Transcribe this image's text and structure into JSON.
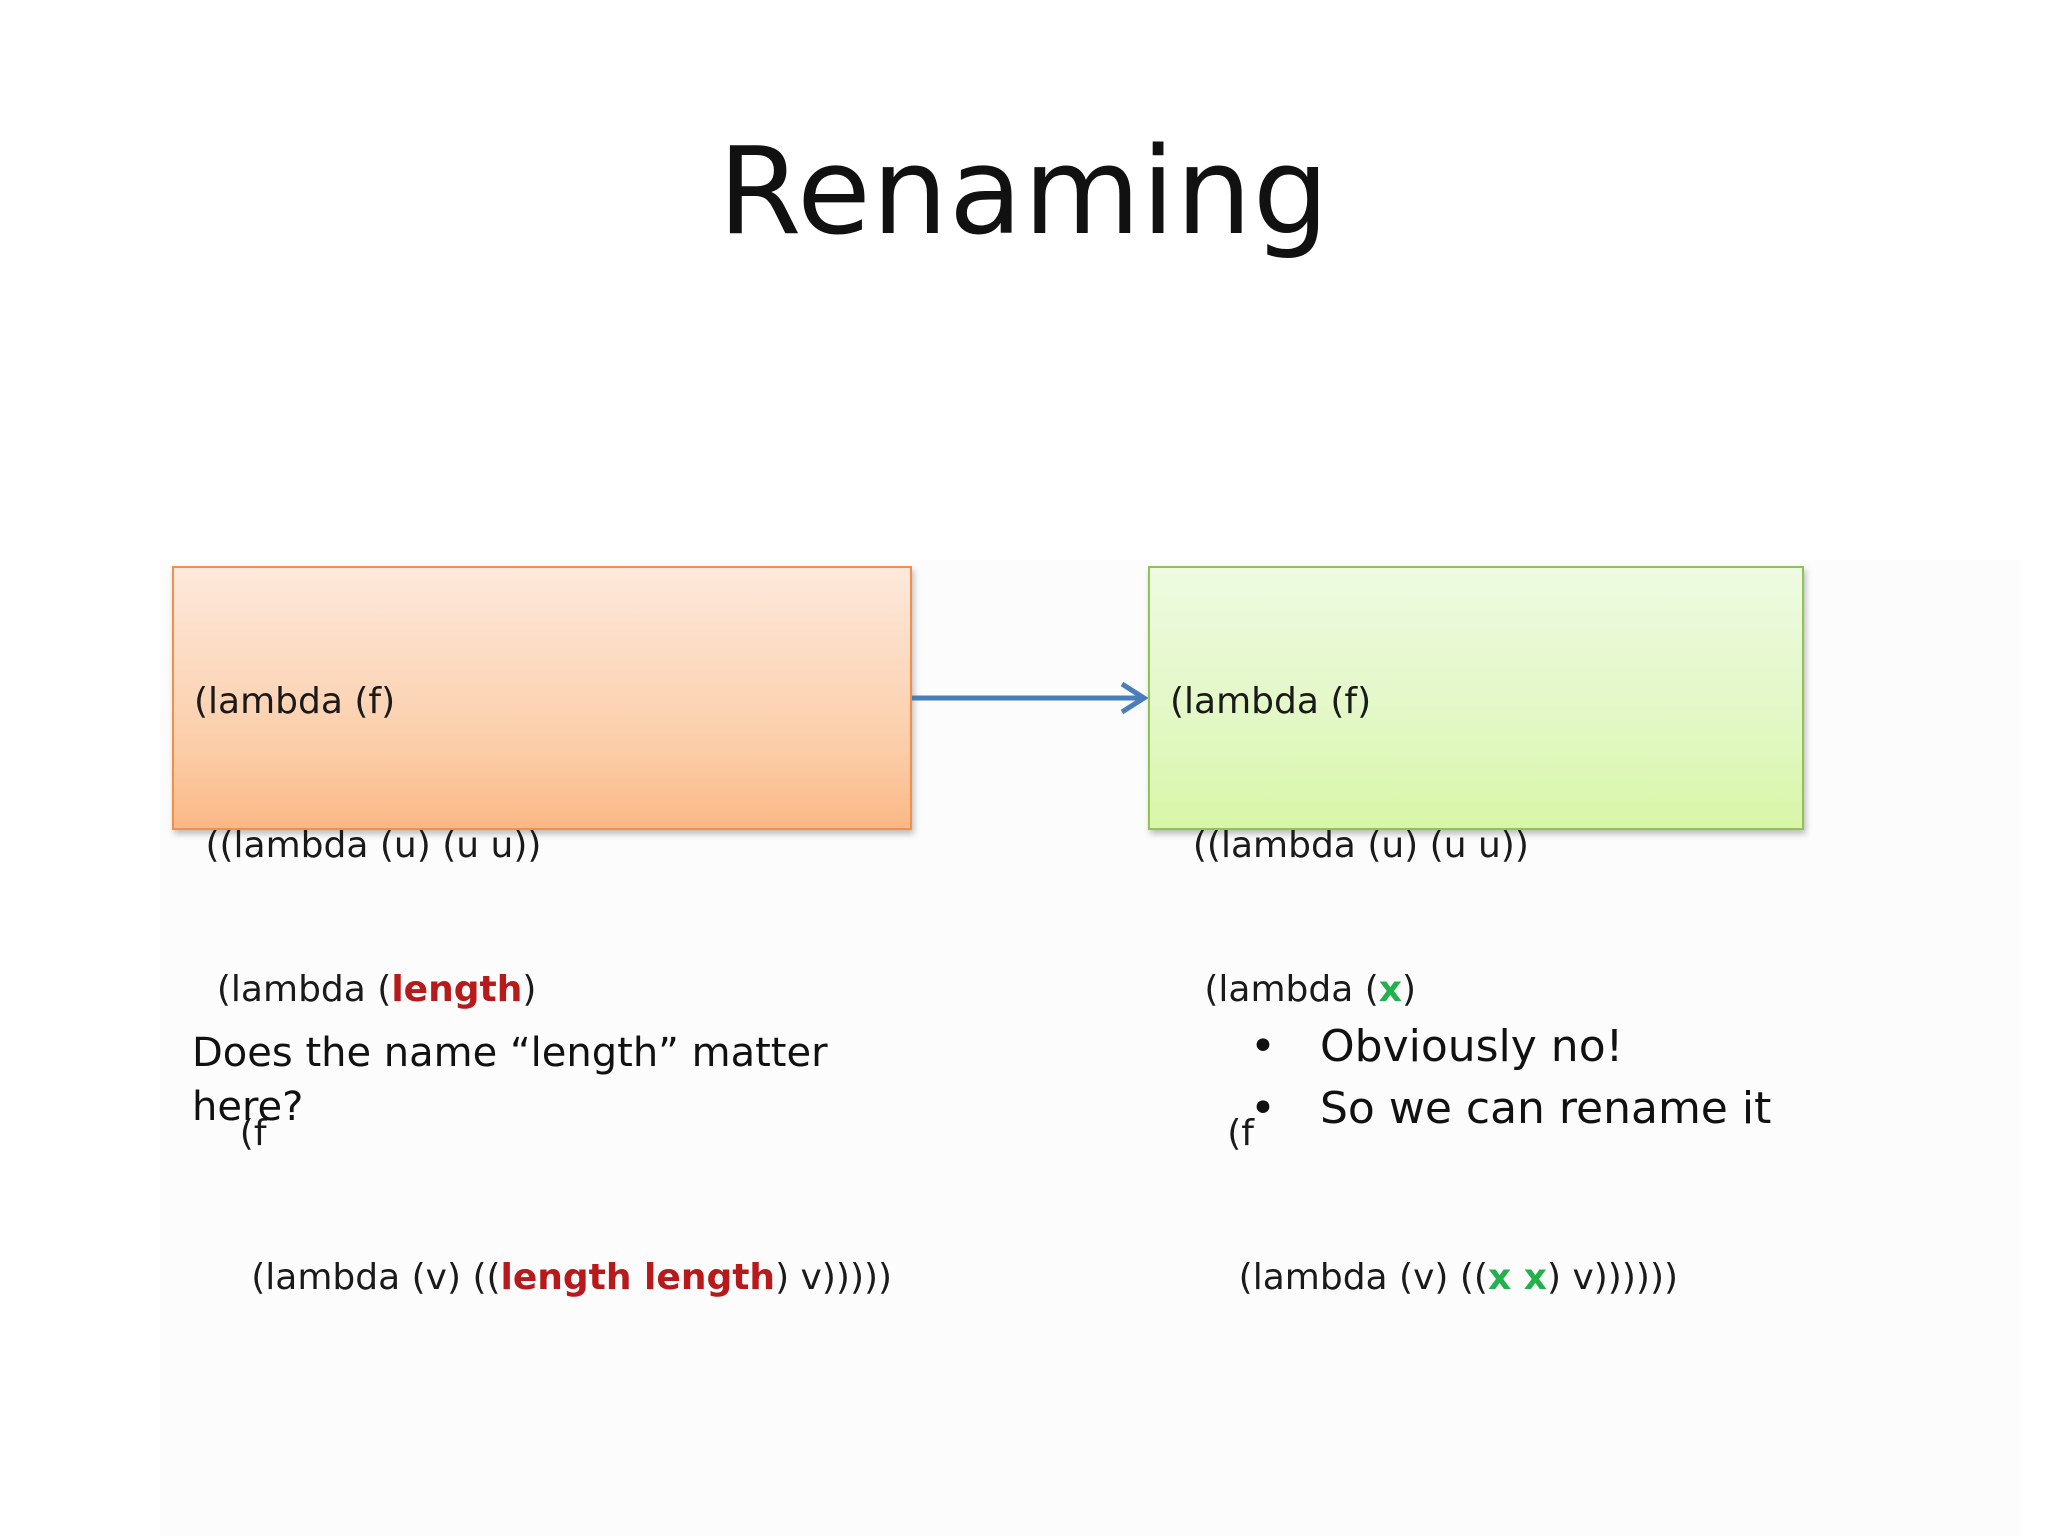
{
  "slide": {
    "title": "Renaming"
  },
  "left_box": {
    "lines": [
      {
        "pre": "(lambda (f)",
        "hl": "",
        "post": ""
      },
      {
        "pre": " ((lambda (u) (u u))",
        "hl": "",
        "post": ""
      },
      {
        "pre": "  (lambda (",
        "hl": "length",
        "post": ")"
      },
      {
        "pre": "    (f",
        "hl": "",
        "post": ""
      },
      {
        "pre": "     (lambda (v) ((",
        "hl": "length length",
        "post": ") v)))))"
      }
    ],
    "highlight_color": "#b8191a"
  },
  "right_box": {
    "lines": [
      {
        "pre": "(lambda (f)",
        "hl": "",
        "post": ""
      },
      {
        "pre": "  ((lambda (u) (u u))",
        "hl": "",
        "post": ""
      },
      {
        "pre": "   (lambda (",
        "hl": "x",
        "post": ")"
      },
      {
        "pre": "     (f",
        "hl": "",
        "post": ""
      },
      {
        "pre": "      (lambda (v) ((",
        "hl": "x x",
        "post": ") v))))))"
      }
    ],
    "highlight_color": "#23b14d"
  },
  "arrow": {
    "color": "#4a7ebb",
    "icon": "right-arrow-icon"
  },
  "question": {
    "text": "Does the name “length” matter here?"
  },
  "bullets": {
    "marker": "•",
    "items": [
      "Obviously no!",
      "So we can rename it"
    ]
  }
}
